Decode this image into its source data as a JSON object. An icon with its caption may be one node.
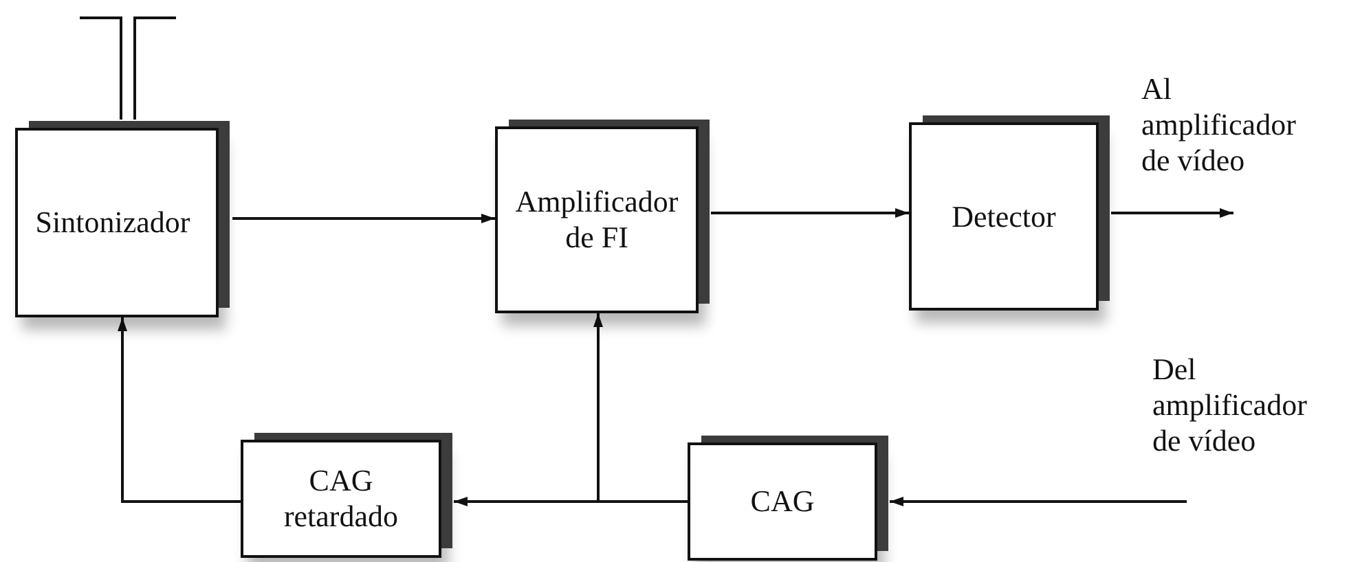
{
  "diagram": {
    "nodes": [
      {
        "text": [
          "Sintonizador"
        ]
      },
      {
        "text": [
          "Amplificador de FI"
        ]
      },
      {
        "text": [
          "Detector"
        ]
      },
      {
        "text": [
          "Al amplificador de vídeo"
        ]
      },
      {
        "text": [
          "CAG retardado"
        ]
      },
      {
        "text": [
          "CAG"
        ]
      },
      {
        "text": [
          "Del amplificador de vídeo"
        ]
      }
    ],
    "edges": [
      {
        "from": 0,
        "to": 1,
        "arrow": "to"
      },
      {
        "from": 1,
        "to": 2,
        "arrow": "to"
      },
      {
        "from": 2,
        "to": 3,
        "arrow": "to"
      },
      {
        "from": 6,
        "to": 5,
        "arrow": "to"
      },
      {
        "from": 5,
        "to": 4,
        "arrow": "to"
      },
      {
        "from": 5,
        "to": 1,
        "arrow": "to"
      },
      {
        "from": 4,
        "to": 0,
        "arrow": "to"
      }
    ]
  }
}
